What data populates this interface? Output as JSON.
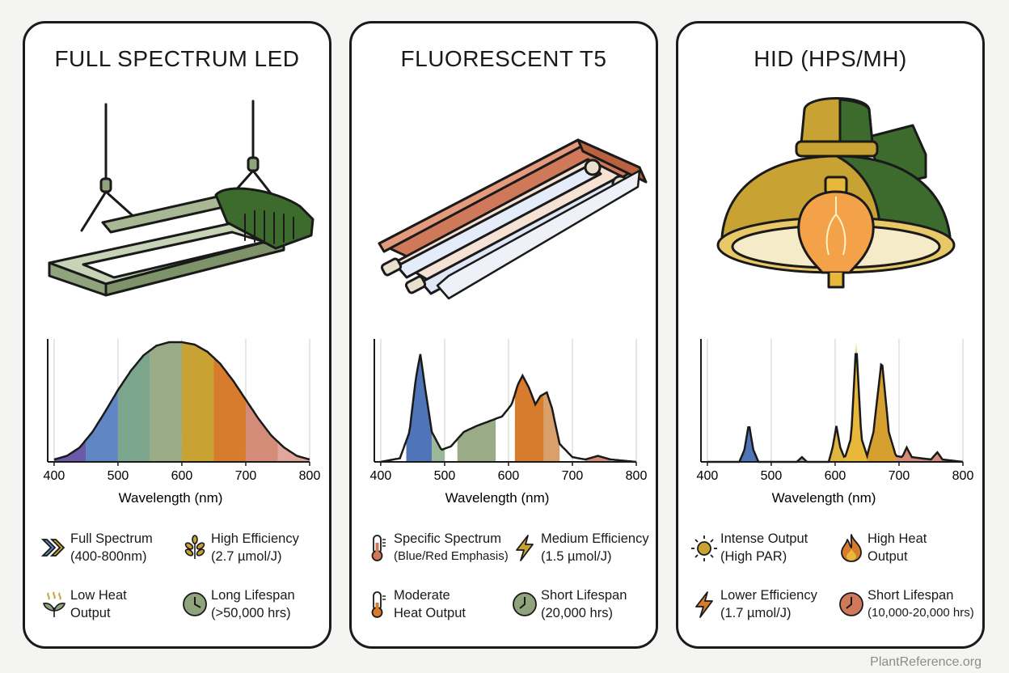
{
  "panels": [
    {
      "title": "FULL SPECTRUM LED",
      "features": [
        {
          "line1": "Full Spectrum",
          "line2": "(400-800nm)",
          "icon": "double-chevron-icon"
        },
        {
          "line1": "High Efficiency",
          "line2": "(2.7 µmol/J)",
          "icon": "wheat-icon"
        },
        {
          "line1": "Low Heat",
          "line2": "Output",
          "icon": "heat-sprout-icon"
        },
        {
          "line1": "Long Lifespan",
          "line2": "(>50,000 hrs)",
          "icon": "clock-icon"
        }
      ]
    },
    {
      "title": "FLUORESCENT T5",
      "features": [
        {
          "line1": "Specific Spectrum",
          "line2": "(Blue/Red Emphasis)",
          "icon": "thermometer-icon"
        },
        {
          "line1": "Medium Efficiency",
          "line2": "(1.5 µmol/J)",
          "icon": "lightning-icon"
        },
        {
          "line1": "Moderate",
          "line2": "Heat Output",
          "icon": "thermometer-icon"
        },
        {
          "line1": "Short Lifespan",
          "line2": "(20,000 hrs)",
          "icon": "clock-icon"
        }
      ]
    },
    {
      "title": "HID (HPS/MH)",
      "features": [
        {
          "line1": "Intense Output",
          "line2": "(High PAR)",
          "icon": "sun-icon"
        },
        {
          "line1": "High Heat",
          "line2": "Output",
          "icon": "flame-icon"
        },
        {
          "line1": "Lower Efficiency",
          "line2": "(1.7 µmol/J)",
          "icon": "lightning-icon"
        },
        {
          "line1": "Short Lifespan",
          "line2": "(10,000-20,000 hrs)",
          "icon": "clock-icon"
        }
      ]
    }
  ],
  "chart_data": [
    {
      "type": "area",
      "xlabel": "Wavelength (nm)",
      "xticks": [
        400,
        500,
        600,
        700,
        800
      ],
      "xlim": [
        390,
        800
      ],
      "curve": [
        [
          400,
          0.02
        ],
        [
          420,
          0.05
        ],
        [
          440,
          0.12
        ],
        [
          460,
          0.25
        ],
        [
          480,
          0.42
        ],
        [
          500,
          0.6
        ],
        [
          520,
          0.76
        ],
        [
          540,
          0.89
        ],
        [
          560,
          0.97
        ],
        [
          580,
          1.0
        ],
        [
          600,
          1.0
        ],
        [
          620,
          0.98
        ],
        [
          640,
          0.92
        ],
        [
          660,
          0.82
        ],
        [
          680,
          0.68
        ],
        [
          700,
          0.52
        ],
        [
          720,
          0.36
        ],
        [
          740,
          0.22
        ],
        [
          760,
          0.12
        ],
        [
          780,
          0.05
        ],
        [
          800,
          0.02
        ]
      ],
      "bands": [
        {
          "from": 400,
          "to": 450,
          "color": "#6a5aa8"
        },
        {
          "from": 450,
          "to": 500,
          "color": "#5f86c2"
        },
        {
          "from": 500,
          "to": 550,
          "color": "#7ca58e"
        },
        {
          "from": 550,
          "to": 600,
          "color": "#9aab88"
        },
        {
          "from": 600,
          "to": 650,
          "color": "#c8a232"
        },
        {
          "from": 650,
          "to": 700,
          "color": "#d67c2c"
        },
        {
          "from": 700,
          "to": 750,
          "color": "#d48c78"
        },
        {
          "from": 750,
          "to": 800,
          "color": "#e0a89c"
        }
      ]
    },
    {
      "type": "area",
      "xlabel": "Wavelength (nm)",
      "xticks": [
        400,
        500,
        600,
        700,
        800
      ],
      "xlim": [
        390,
        800
      ],
      "curve": [
        [
          400,
          0.0
        ],
        [
          430,
          0.03
        ],
        [
          445,
          0.25
        ],
        [
          455,
          0.7
        ],
        [
          462,
          0.9
        ],
        [
          470,
          0.6
        ],
        [
          480,
          0.25
        ],
        [
          495,
          0.1
        ],
        [
          510,
          0.13
        ],
        [
          530,
          0.25
        ],
        [
          550,
          0.3
        ],
        [
          570,
          0.34
        ],
        [
          590,
          0.38
        ],
        [
          605,
          0.48
        ],
        [
          615,
          0.65
        ],
        [
          622,
          0.72
        ],
        [
          632,
          0.62
        ],
        [
          642,
          0.48
        ],
        [
          650,
          0.55
        ],
        [
          660,
          0.58
        ],
        [
          668,
          0.45
        ],
        [
          680,
          0.15
        ],
        [
          700,
          0.04
        ],
        [
          720,
          0.02
        ],
        [
          740,
          0.05
        ],
        [
          760,
          0.02
        ],
        [
          800,
          0.0
        ]
      ],
      "bands": [
        {
          "from": 440,
          "to": 480,
          "color": "#4f74b8"
        },
        {
          "from": 480,
          "to": 500,
          "color": "#9ab79a"
        },
        {
          "from": 520,
          "to": 580,
          "color": "#9aab88"
        },
        {
          "from": 610,
          "to": 655,
          "color": "#d67c2c"
        },
        {
          "from": 655,
          "to": 680,
          "color": "#d9a06c"
        },
        {
          "from": 720,
          "to": 760,
          "color": "#d48c78"
        }
      ]
    },
    {
      "type": "area",
      "xlabel": "Wavelength (nm)",
      "xticks": [
        400,
        500,
        600,
        700,
        800
      ],
      "xlim": [
        390,
        800
      ],
      "curve": [
        [
          400,
          0.0
        ],
        [
          450,
          0.0
        ],
        [
          458,
          0.1
        ],
        [
          465,
          0.32
        ],
        [
          472,
          0.1
        ],
        [
          480,
          0.0
        ],
        [
          540,
          0.0
        ],
        [
          548,
          0.04
        ],
        [
          556,
          0.0
        ],
        [
          590,
          0.0
        ],
        [
          596,
          0.12
        ],
        [
          602,
          0.3
        ],
        [
          608,
          0.12
        ],
        [
          615,
          0.03
        ],
        [
          625,
          0.2
        ],
        [
          633,
          1.0
        ],
        [
          641,
          0.2
        ],
        [
          650,
          0.05
        ],
        [
          660,
          0.25
        ],
        [
          673,
          0.86
        ],
        [
          684,
          0.25
        ],
        [
          695,
          0.05
        ],
        [
          705,
          0.04
        ],
        [
          712,
          0.12
        ],
        [
          720,
          0.04
        ],
        [
          750,
          0.02
        ],
        [
          760,
          0.08
        ],
        [
          768,
          0.02
        ],
        [
          800,
          0.0
        ]
      ],
      "bands": [
        {
          "from": 450,
          "to": 480,
          "color": "#4f74b8"
        },
        {
          "from": 540,
          "to": 558,
          "color": "#9aab88"
        },
        {
          "from": 590,
          "to": 615,
          "color": "#e0b53e"
        },
        {
          "from": 615,
          "to": 650,
          "color": "#e8b83a"
        },
        {
          "from": 650,
          "to": 695,
          "color": "#d6a030"
        },
        {
          "from": 695,
          "to": 800,
          "color": "#d48c78"
        }
      ]
    }
  ],
  "watermark": "PlantReference.org",
  "colors": {
    "green": "#8fa37c",
    "dark_green": "#3d6b2e",
    "copper": "#d0785a",
    "gold": "#c8a232",
    "orange": "#d67c2c",
    "blue": "#5f86c2"
  }
}
